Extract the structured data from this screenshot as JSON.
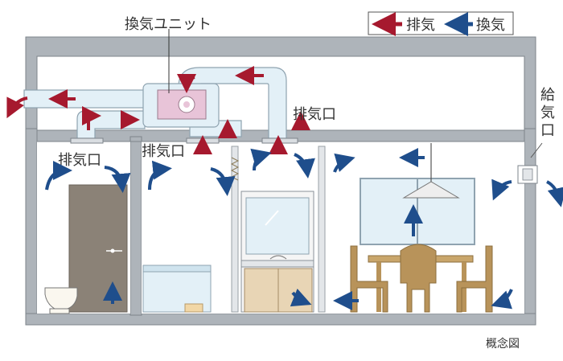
{
  "labels": {
    "unit": "換気ユニット",
    "exhaust_port": "排気口",
    "supply_port": "給気口",
    "concept": "概念図"
  },
  "legend": {
    "exhaust": "排気",
    "ventilation": "換気"
  },
  "colors": {
    "exhaust_arrow": "#a6192e",
    "fresh_arrow": "#1f4e8c",
    "wall": "#8a9199",
    "wall_fill": "#aeb4ba",
    "duct": "#e3f0f7",
    "unit": "#e8c4d8"
  }
}
